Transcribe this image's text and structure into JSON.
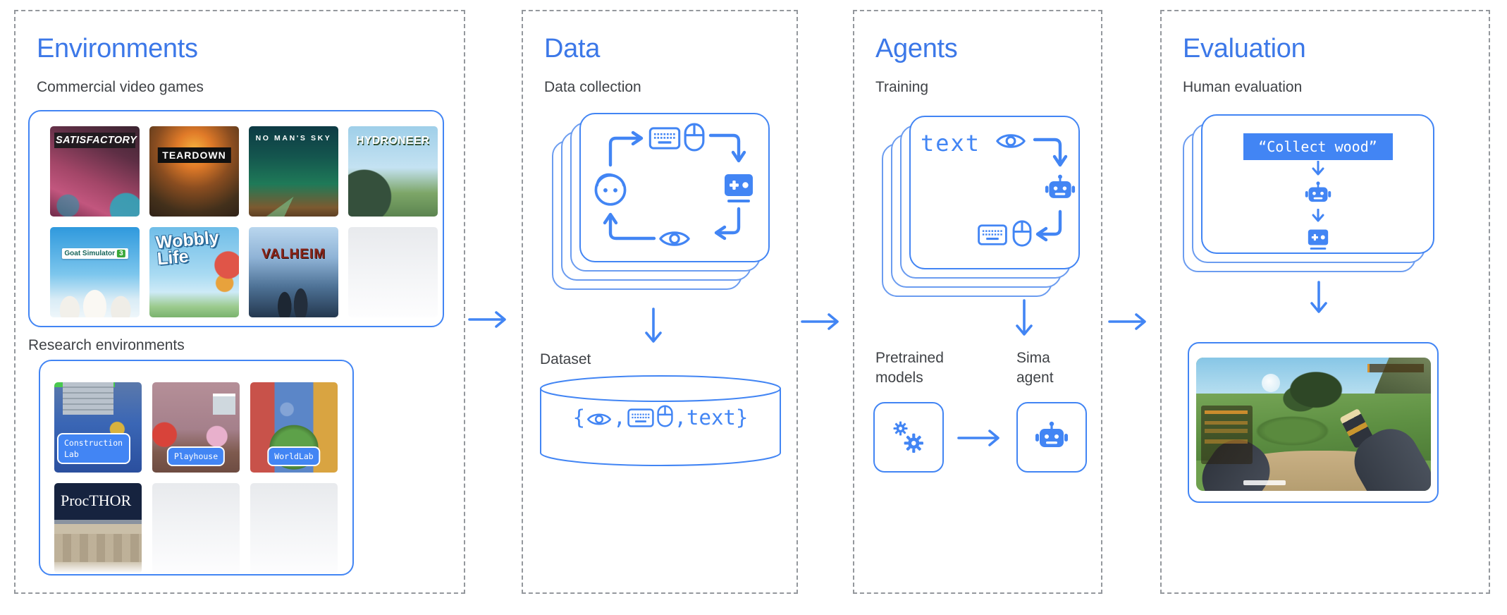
{
  "colors": {
    "accent": "#4285f4",
    "title_blue": "#3c78e8",
    "label_gray": "#3f4246"
  },
  "panels": {
    "environments": {
      "title": "Environments",
      "commercial_label": "Commercial video games",
      "research_label": "Research environments",
      "commercial_games": [
        {
          "name": "SATISFACTORY"
        },
        {
          "name": "TEARDOWN"
        },
        {
          "name": "NO MAN'S SKY"
        },
        {
          "name": "HYDRONEER"
        },
        {
          "name": "Goat Simulator",
          "badge": "3"
        },
        {
          "name": "Wobbly Life"
        },
        {
          "name": "VALHEIM"
        },
        {
          "name": ""
        }
      ],
      "research_environments": [
        {
          "name": "Construction Lab"
        },
        {
          "name": "Playhouse"
        },
        {
          "name": "WorldLab"
        },
        {
          "name": "ProcTHOR"
        },
        {
          "name": ""
        },
        {
          "name": ""
        }
      ]
    },
    "data": {
      "title": "Data",
      "subtitle": "Data collection",
      "dataset_label": "Dataset",
      "dataset_tokens": {
        "open": "{",
        "comma1": ",",
        "comma2": ",",
        "text": "text",
        "close": "}"
      }
    },
    "agents": {
      "title": "Agents",
      "subtitle": "Training",
      "card_text": "text",
      "pretrained_label": "Pretrained models",
      "sima_label": "Sima agent"
    },
    "evaluation": {
      "title": "Evaluation",
      "subtitle": "Human evaluation",
      "instruction": "“Collect wood”"
    }
  }
}
